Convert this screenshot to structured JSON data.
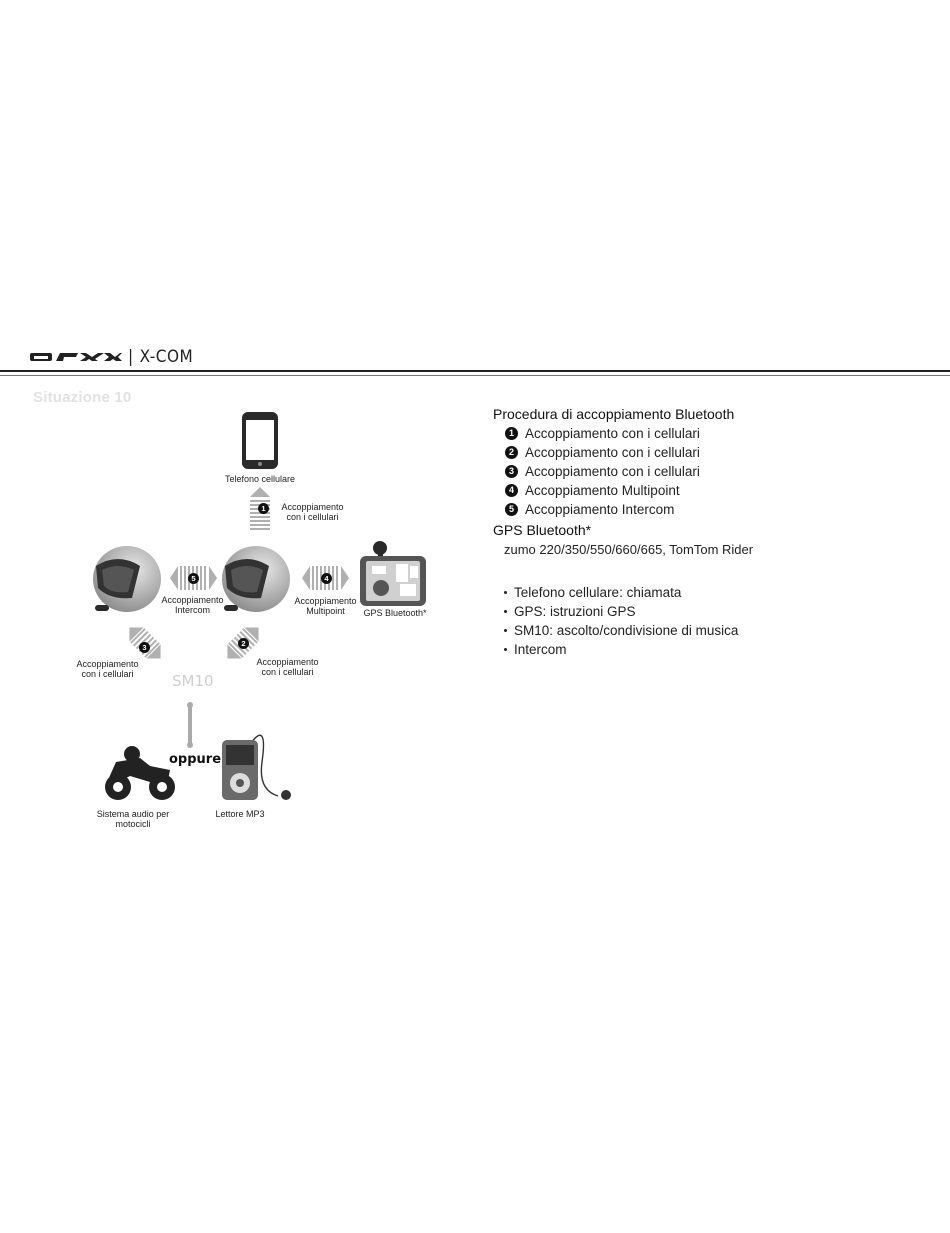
{
  "header": {
    "brand_logo": "NEXX",
    "separator": "|",
    "product": "X-COM"
  },
  "diagram": {
    "title": "Situazione 10",
    "phone_label": "Telefono cellulare",
    "pair_phone_label_1": "Accoppiamento",
    "pair_phone_label_2": "con i cellulari",
    "intercom_label_1": "Accoppiamento",
    "intercom_label_2": "Intercom",
    "multipoint_label_1": "Accoppiamento",
    "multipoint_label_2": "Multipoint",
    "gps_label": "GPS Bluetooth*",
    "left_phone_label_1": "Accoppiamento",
    "left_phone_label_2": "con i cellulari",
    "right_phone_label_1": "Accoppiamento",
    "right_phone_label_2": "con i cellulari",
    "sm10_label": "SM10",
    "or_label": "oppure",
    "moto_label_1": "Sistema audio per",
    "moto_label_2": "motocicli",
    "mp3_label": "Lettore MP3",
    "num_1": "1",
    "num_2": "2",
    "num_3": "3",
    "num_4": "4",
    "num_5": "5"
  },
  "procedure": {
    "heading": "Procedura di accoppiamento Bluetooth",
    "steps": [
      {
        "num": "1",
        "text": "Accoppiamento con i cellulari"
      },
      {
        "num": "2",
        "text": "Accoppiamento con i cellulari"
      },
      {
        "num": "3",
        "text": "Accoppiamento con i cellulari"
      },
      {
        "num": "4",
        "text": "Accoppiamento Multipoint"
      },
      {
        "num": "5",
        "text": "Accoppiamento Intercom"
      }
    ]
  },
  "gps": {
    "heading": "GPS Bluetooth*",
    "models": "zumo 220/350/550/660/665, TomTom Rider"
  },
  "features": [
    "Telefono cellulare: chiamata",
    "GPS: istruzioni GPS",
    "SM10: ascolto/condivisione di musica",
    "Intercom"
  ],
  "colors": {
    "title_gray": "#e2e2e2",
    "arrow_gray": "#b0b0b0",
    "icon_dark": "#2a2a2a"
  }
}
